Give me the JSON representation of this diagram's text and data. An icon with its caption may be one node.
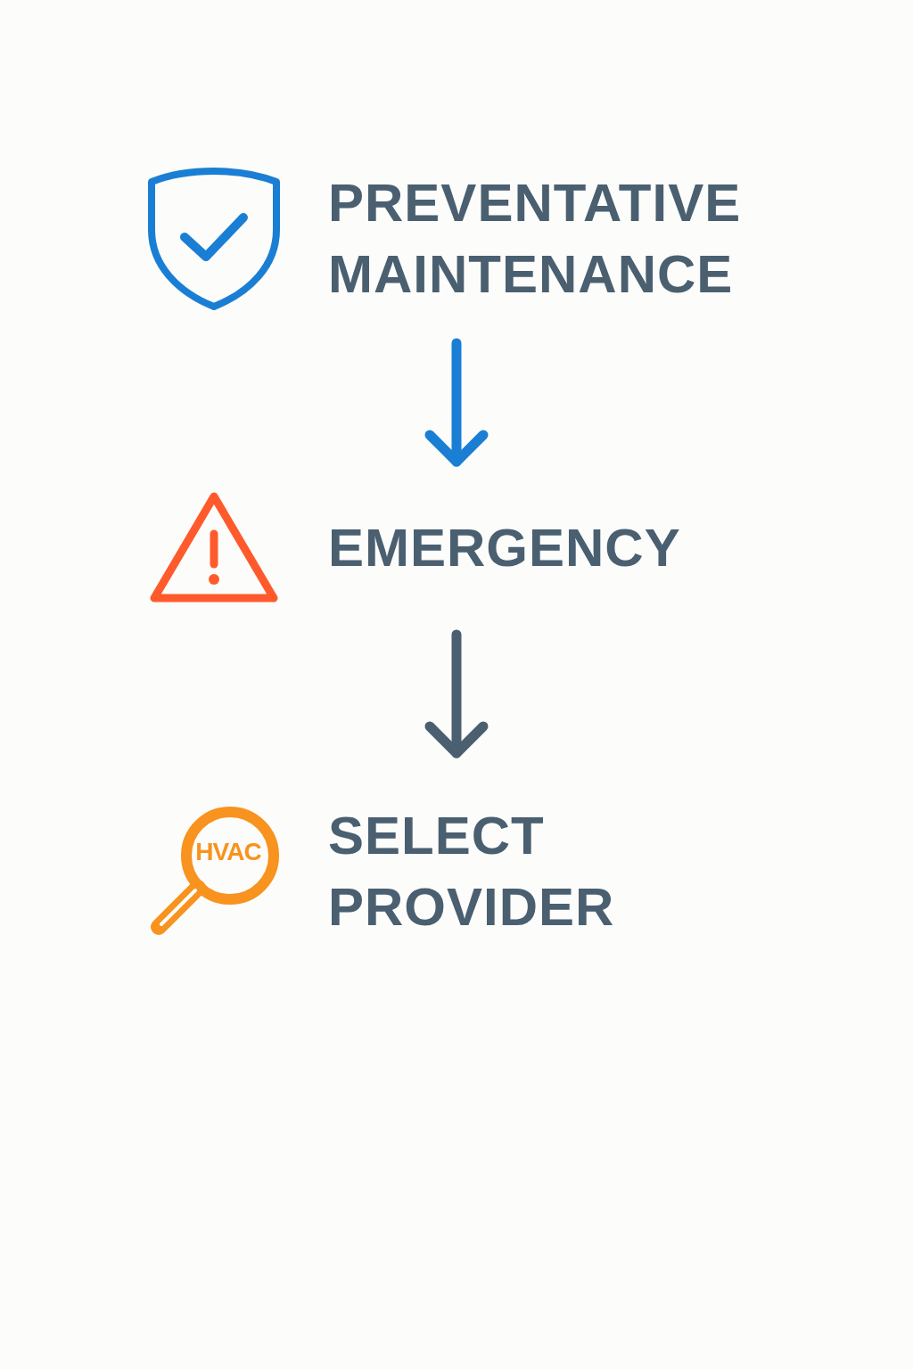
{
  "diagram": {
    "nodes": [
      {
        "text": [
          "PREVENTATIVE MAINTENANCE"
        ]
      },
      {
        "text": [
          "EMERGENCY"
        ]
      },
      {
        "text": [
          "SELECT PROVIDER"
        ]
      }
    ],
    "edges": [
      {
        "from": 0,
        "to": 1,
        "arrow": "to",
        "color": "#1a7fd4"
      },
      {
        "from": 1,
        "to": 2,
        "arrow": "to",
        "color": "#4a5f70"
      }
    ],
    "labels": [
      "HVAC"
    ]
  }
}
